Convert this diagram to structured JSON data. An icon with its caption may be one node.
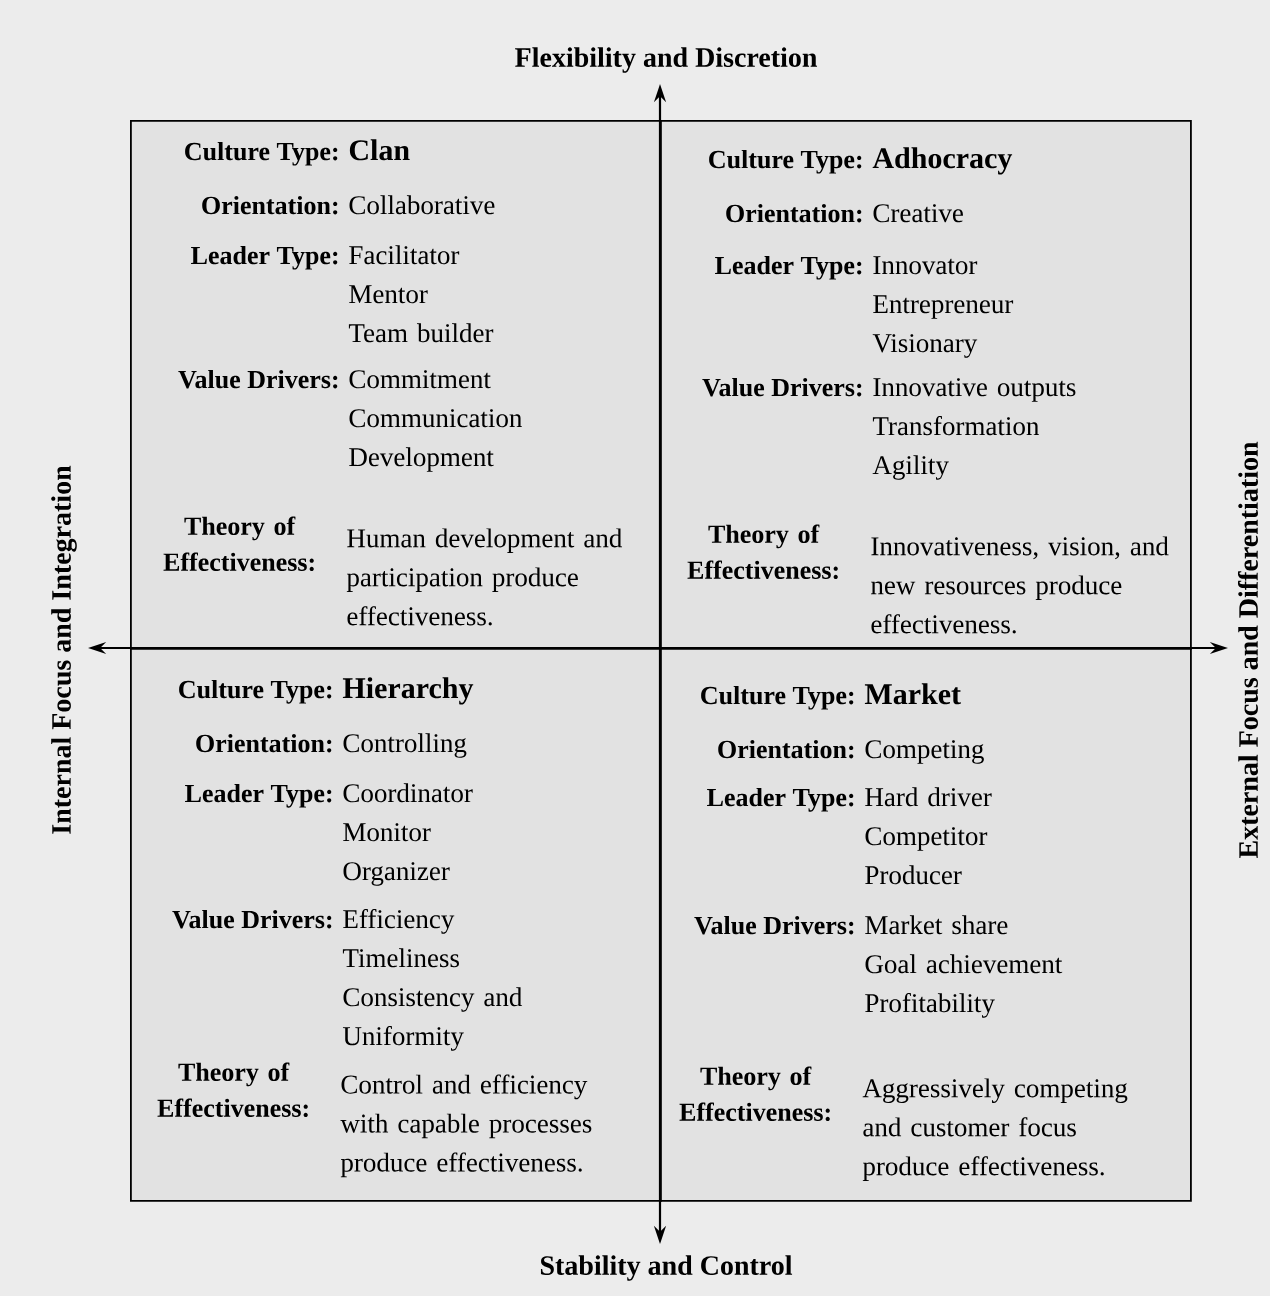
{
  "diagram": {
    "nodes": [
      {
        "text": [
          "Culture Type:",
          "Clan",
          "Orientation:",
          "Collaborative",
          "Leader Type:",
          "Facilitator",
          "Mentor",
          "Team builder",
          "Value Drivers:",
          "Commitment",
          "Communication",
          "Development",
          "Theory of Effectiveness:",
          "Human development and participation produce effectiveness."
        ]
      },
      {
        "text": [
          "Culture Type:",
          "Adhocracy",
          "Orientation:",
          "Creative",
          "Leader Type:",
          "Innovator",
          "Entrepreneur",
          "Visionary",
          "Value Drivers:",
          "Innovative outputs",
          "Transformation",
          "Agility",
          "Theory of Effectiveness:",
          "Innovativeness, vision, and new resources produce effectiveness."
        ]
      },
      {
        "text": [
          "Culture Type:",
          "Hierarchy",
          "Orientation:",
          "Controlling",
          "Leader Type:",
          "Coordinator",
          "Monitor",
          "Organizer",
          "Value Drivers:",
          "Efficiency",
          "Timeliness",
          "Consistency and Uniformity",
          "Theory of Effectiveness:",
          "Control and efficiency with capable processes produce effectiveness."
        ]
      },
      {
        "text": [
          "Culture Type:",
          "Market",
          "Orientation:",
          "Competing",
          "Leader Type:",
          "Hard driver",
          "Competitor",
          "Producer",
          "Value Drivers:",
          "Market share",
          "Goal achievement",
          "Profitability",
          "Theory of Effectiveness:",
          "Aggressively competing and customer focus produce effectiveness."
        ]
      }
    ],
    "labels": [
      "Flexibility and Discretion",
      "Internal Focus and Integration",
      "External Focus and Differentiation",
      "Stability and Control"
    ]
  }
}
